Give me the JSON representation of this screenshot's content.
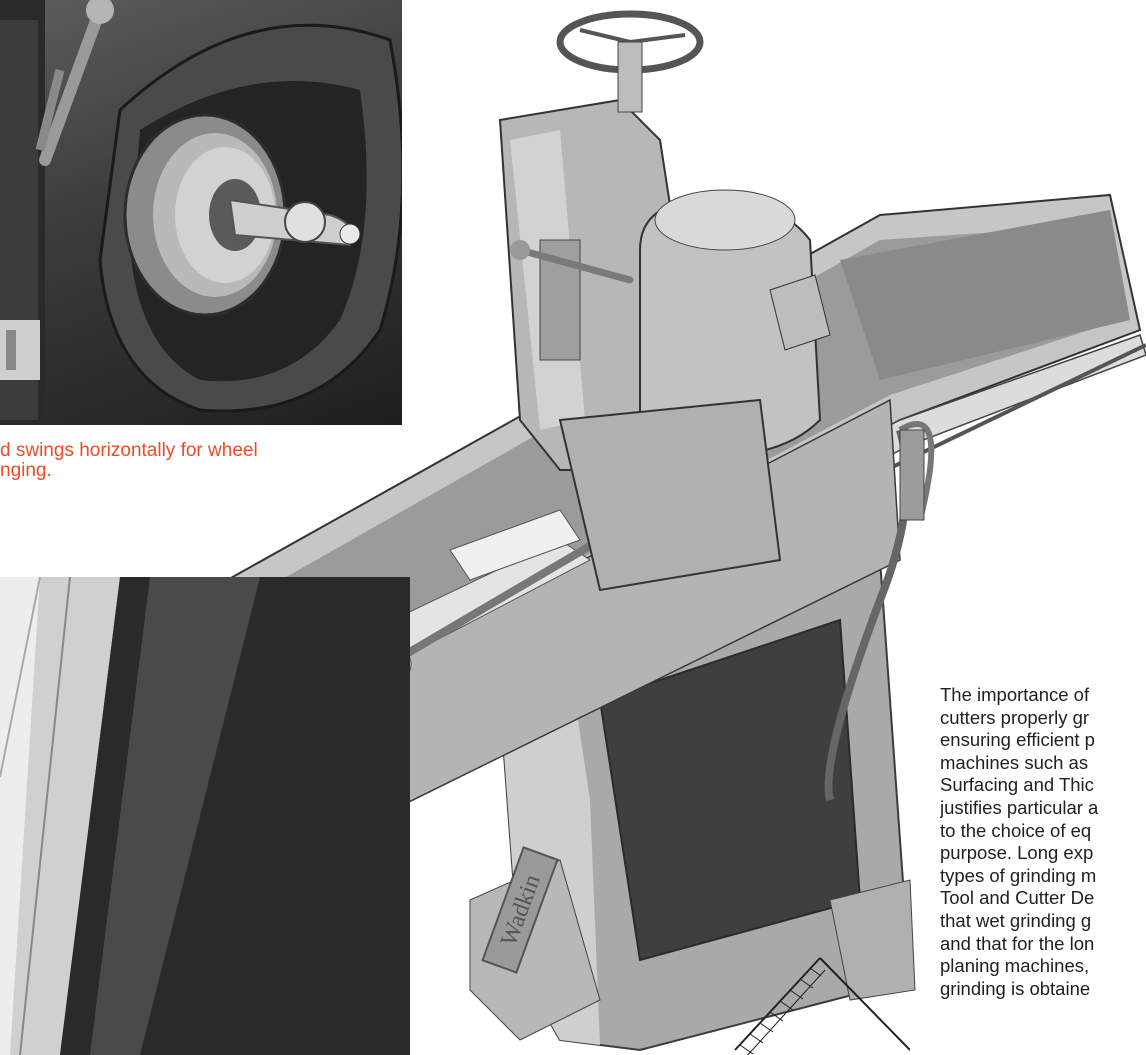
{
  "caption": {
    "line1": "d swings horizontally for wheel",
    "line2": "nging."
  },
  "body_text": {
    "lines": [
      "The importance of",
      "cutters properly gr",
      "ensuring efficient p",
      "machines such as",
      "Surfacing and Thic",
      "justifies particular a",
      "to the choice of eq",
      "purpose. Long exp",
      "types of grinding m",
      "Tool and Cutter De",
      "that wet grinding g",
      "and that for the lon",
      "planing machines,",
      "grinding is obtaine"
    ]
  },
  "machine": {
    "brand_plate": "Wadkin"
  },
  "colors": {
    "caption": "#f04a24",
    "body_text": "#1f1f1f",
    "background": "#ffffff"
  }
}
